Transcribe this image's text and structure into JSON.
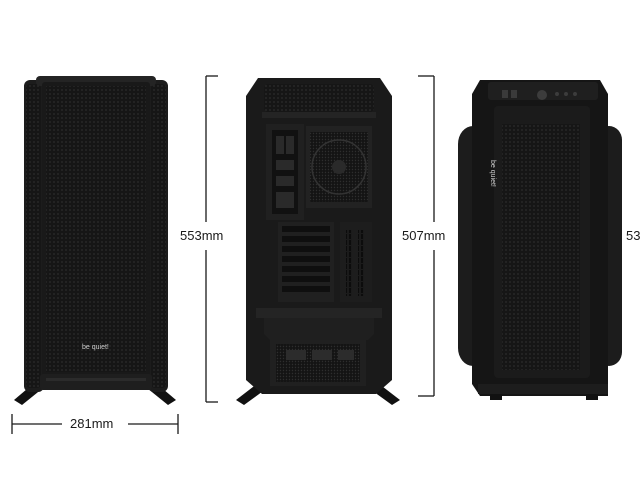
{
  "dimensions": {
    "width_label": "281mm",
    "front_height_label": "553mm",
    "rear_height_label": "507mm",
    "side_height_label_partial": "53"
  },
  "branding": {
    "front_logo": "be quiet!",
    "side_logo": "be quiet!"
  },
  "colors": {
    "case_body": "#151515",
    "case_panel": "#1e1e1e",
    "mesh": "#2a2a2a",
    "dimension_line": "#1a1a1a",
    "background": "#ffffff"
  },
  "icons": [
    "front-case-icon",
    "rear-case-icon",
    "side-case-icon"
  ]
}
